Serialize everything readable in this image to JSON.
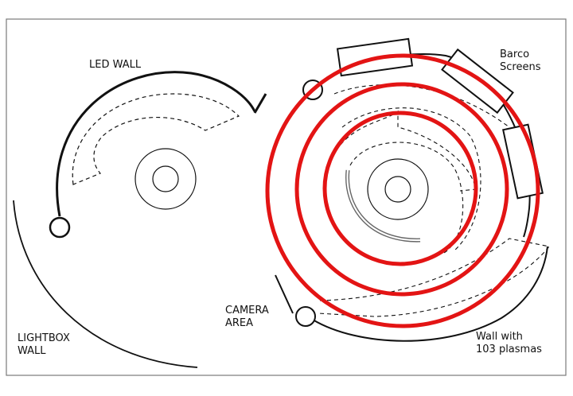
{
  "labels": {
    "led_wall": "LED WALL",
    "barco_line1": "Barco",
    "barco_line2": "Screens",
    "camera_line1": "CAMERA",
    "camera_line2": "AREA",
    "lightbox_line1": "LIGHTBOX",
    "lightbox_line2": "WALL",
    "wall_line1": "Wall with",
    "wall_line2": "103 plasmas"
  },
  "colors": {
    "lines": "#111111",
    "rings": "#e31414",
    "background": "#ffffff"
  }
}
